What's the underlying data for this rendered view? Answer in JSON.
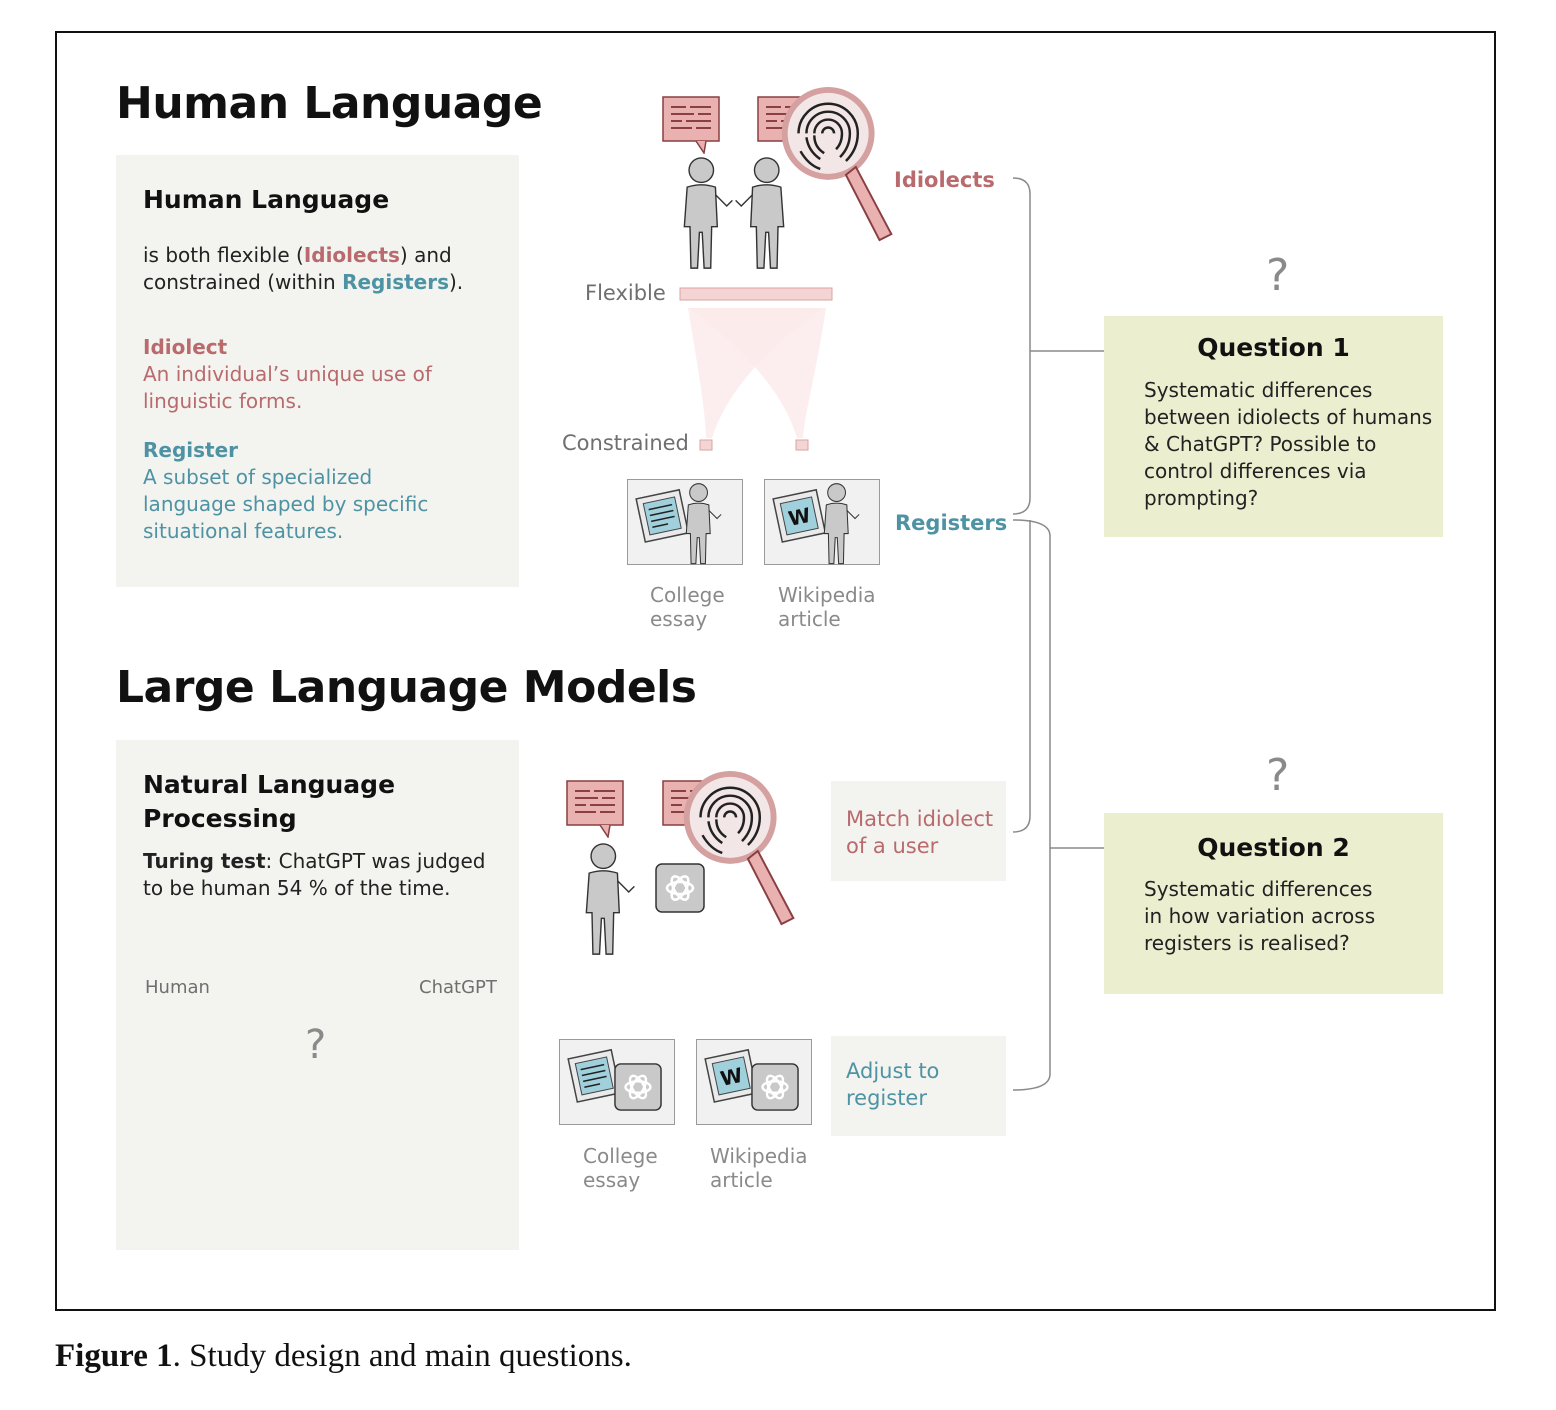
{
  "human_section": {
    "heading": "Human Language",
    "box_title": "Human Language",
    "intro_1": "is both flexible (",
    "intro_idiolects": "Idiolects",
    "intro_2": ") and",
    "intro_3": "constrained (within ",
    "intro_registers": "Registers",
    "intro_4": ").",
    "idiolect_term": "Idiolect",
    "idiolect_def": "An individual’s unique use of linguistic forms.",
    "register_term": "Register",
    "register_def": "A subset of specialized language shaped by specific situational features."
  },
  "spectrum": {
    "idiolects_label": "Idiolects",
    "flexible_label": "Flexible",
    "constrained_label": "Constrained",
    "registers_label": "Registers",
    "register_items": [
      "College essay",
      "Wikipedia article"
    ]
  },
  "llm_section": {
    "heading": "Large Language Models",
    "box_title": "Natural Language Processing",
    "turing_bold": "Turing test",
    "turing_text": ": ChatGPT was judged to be human 54 % of the time.",
    "human_label": "Human",
    "chatgpt_label": "ChatGPT",
    "question_mark": "?"
  },
  "llm_tasks": {
    "match_label": "Match idiolect of a user",
    "adjust_label": "Adjust to register",
    "register_items": [
      "College essay",
      "Wikipedia article"
    ]
  },
  "questions": [
    {
      "mark": "?",
      "title": "Question 1",
      "text": "Systematic differences between idiolects of humans & ChatGPT? Possible to control differences via prompting?"
    },
    {
      "mark": "?",
      "title": "Question 2",
      "text": "Systematic differences in how variation across registers is realised?"
    }
  ],
  "caption": {
    "bold": "Figure 1",
    "text": ". Study design and main questions."
  },
  "colors": {
    "idiolect_pink": "#b96a6c",
    "register_teal": "#4e93a3",
    "panel_grey": "#f3f3f0",
    "question_box": "#eceed0",
    "figure_grey": "#c9c9c9",
    "bubble_pink": "#eab1b1"
  }
}
